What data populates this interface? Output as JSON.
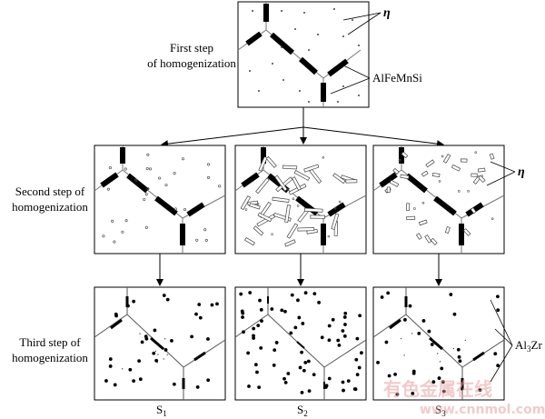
{
  "steps": {
    "first": [
      "First step",
      "of homogenization"
    ],
    "second": [
      "Second step of",
      "homogenization"
    ],
    "third": [
      "Third step of",
      "homogenization"
    ]
  },
  "phases": {
    "eta": "η",
    "alfemnsi": "AlFeMnSi",
    "al3zr_base": "Al",
    "al3zr_sub": "3",
    "al3zr_end": "Zr"
  },
  "samples": [
    {
      "base": "S",
      "sub": "1"
    },
    {
      "base": "S",
      "sub": "2"
    },
    {
      "base": "S",
      "sub": "3"
    }
  ],
  "watermark": {
    "cn": "有色金属在线",
    "url": "www.cnnmol.com"
  }
}
